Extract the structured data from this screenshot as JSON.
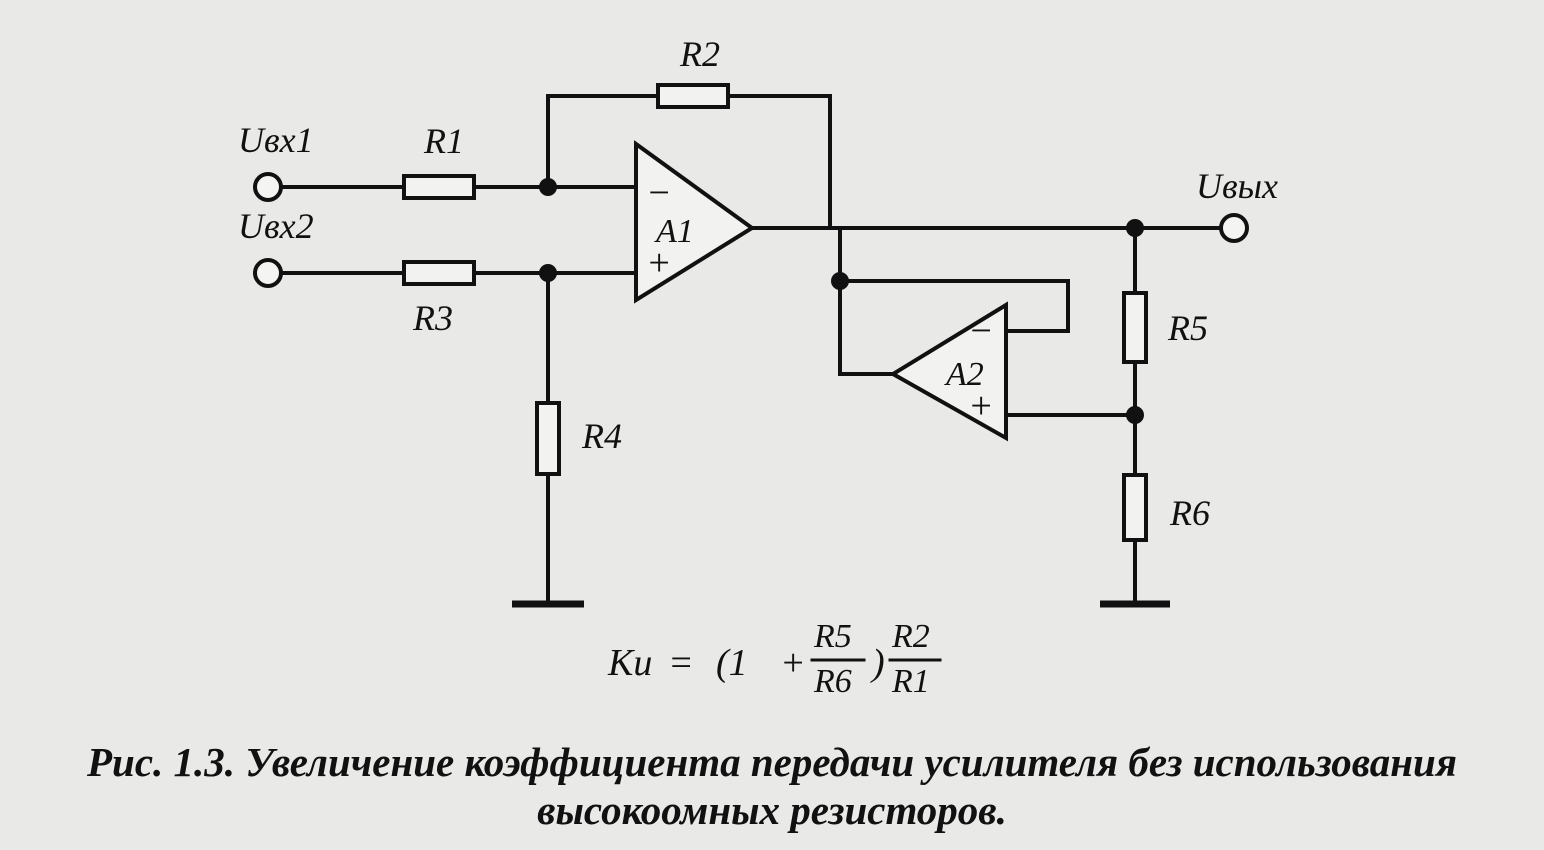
{
  "diagram": {
    "inputs": [
      "Uвх1",
      "Uвх2"
    ],
    "output": "Uвых",
    "resistors": [
      "R1",
      "R2",
      "R3",
      "R4",
      "R5",
      "R6"
    ],
    "amplifiers": [
      "A1",
      "A2"
    ],
    "signs": {
      "minus": "−",
      "plus": "+"
    },
    "formula": {
      "lhs": "Ku",
      "eq": "=",
      "open": "(1",
      "plus": "+",
      "num1": "R5",
      "den1": "R6",
      "close": ")",
      "num2": "R2",
      "den2": "R1"
    }
  },
  "caption": {
    "line1": "Рис.  1.3. Увеличение коэффициента передачи усилителя без использования",
    "line2": "высокоомных резисторов."
  },
  "colors": {
    "ink": "#111111",
    "paper": "#e9e9e7"
  }
}
